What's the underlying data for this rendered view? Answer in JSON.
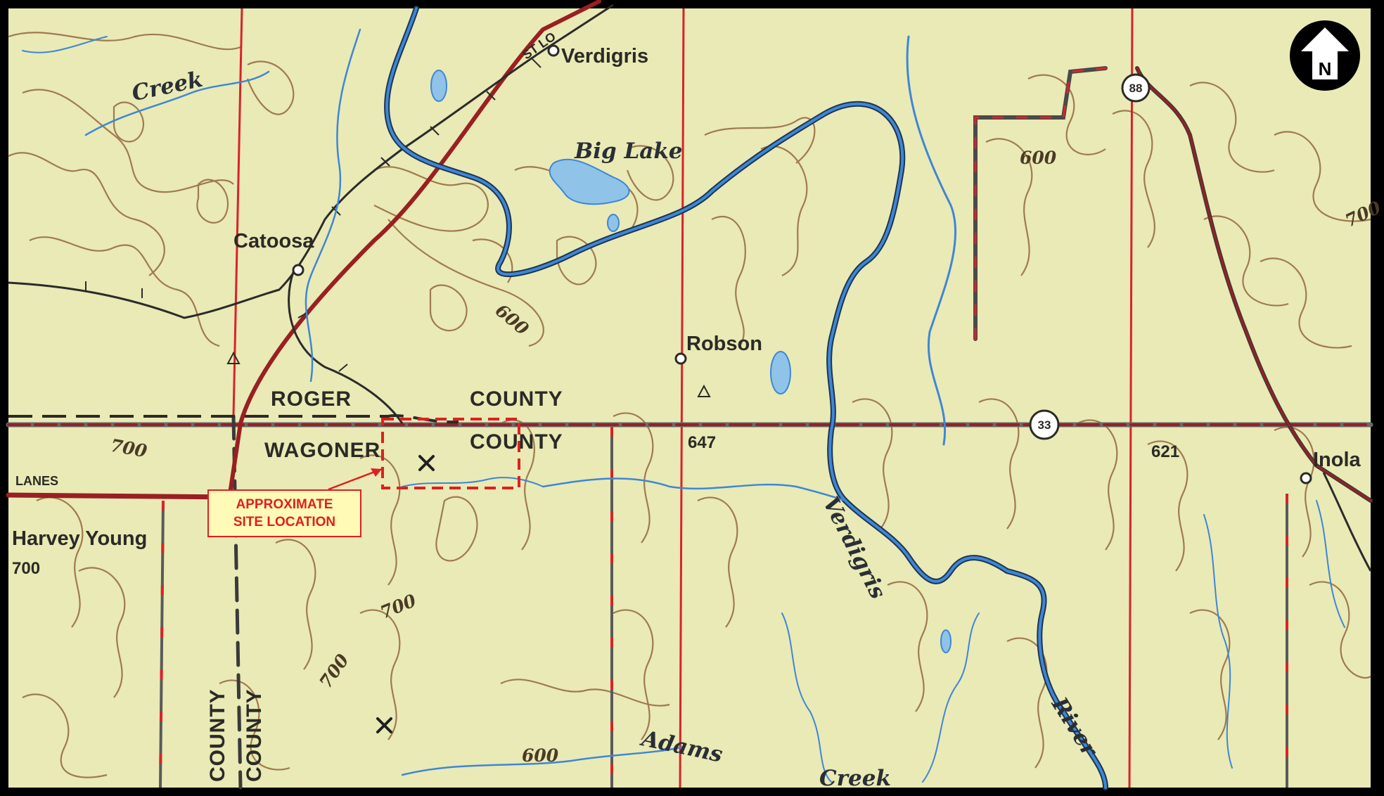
{
  "map": {
    "colors": {
      "land": "#e9eab5",
      "contour": "#a07a4f",
      "water": "#3f86d6",
      "highway": "#9a1f22",
      "section_line": "#d8232a",
      "railroad": "#2b2b2b",
      "callout": "#e01f1f"
    },
    "towns": {
      "verdigris": "Verdigris",
      "catoosa": "Catoosa",
      "robson": "Robson",
      "inola": "Inola",
      "harvey_young": "Harvey Young"
    },
    "counties": {
      "roger": "ROGER",
      "wagoner": "WAGONER",
      "county_north": "COUNTY",
      "county_south": "COUNTY",
      "county_vert_left": "COUNTY",
      "county_vert_right": "COUNTY"
    },
    "water_features": {
      "creek_nw": "Creek",
      "big_lake": "Big Lake",
      "verdigris": "Verdigris",
      "river": "River",
      "adams": "Adams",
      "creek_south": "Creek"
    },
    "contour_labels": {
      "c600_nw": "600",
      "c600_ne": "600",
      "c700_w": "700",
      "c700_s1": "700",
      "c700_s2": "700",
      "c600_s": "600",
      "c700_e": "700"
    },
    "elevations": {
      "e647": "647",
      "e621": "621",
      "e700": "700"
    },
    "road_labels": {
      "lanes": "LANES",
      "rail": "ST LO",
      "route_33": "33",
      "route_88": "88"
    },
    "callout": {
      "line1": "APPROXIMATE",
      "line2": "SITE LOCATION"
    },
    "north_arrow": {
      "letter": "N"
    }
  }
}
